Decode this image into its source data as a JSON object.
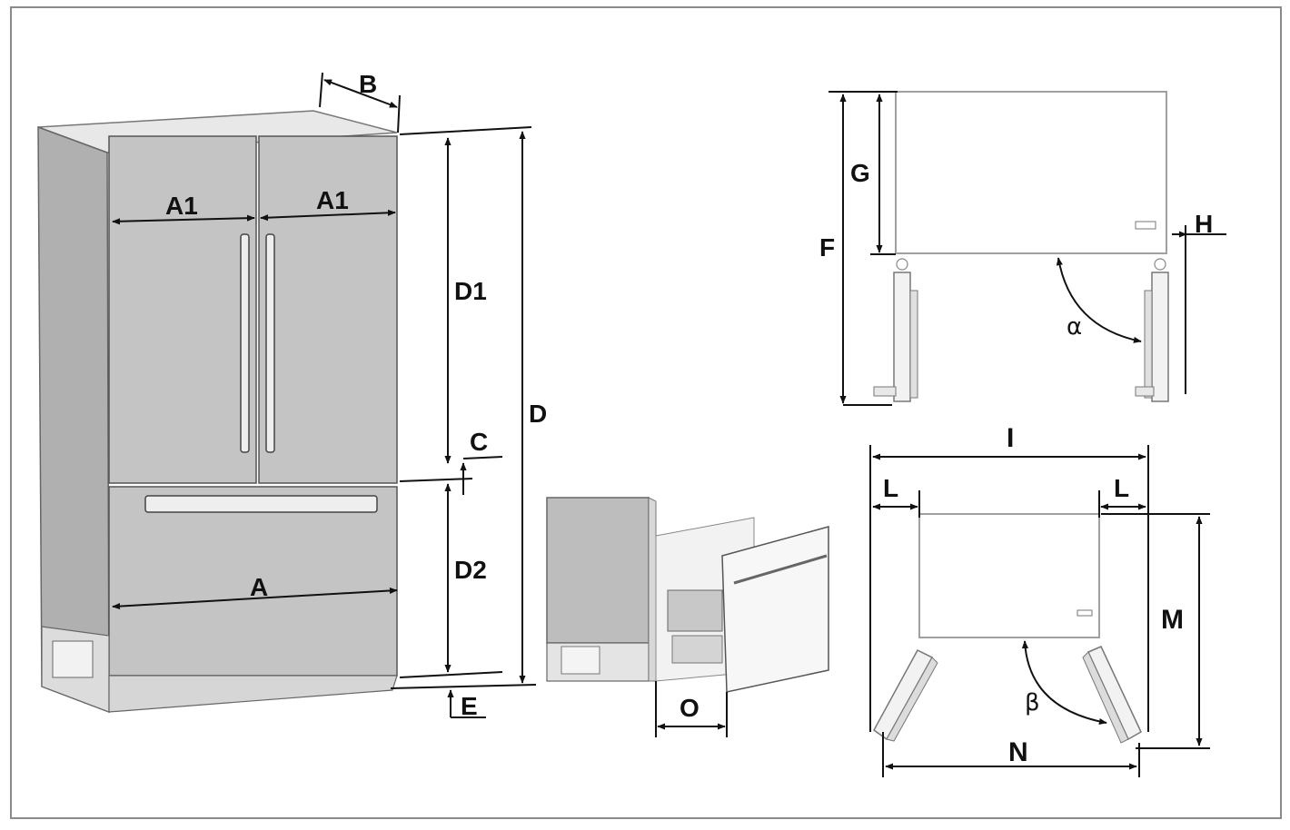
{
  "labels": {
    "a": "A",
    "a1_left": "A1",
    "a1_right": "A1",
    "b": "B",
    "c": "C",
    "d": "D",
    "d1": "D1",
    "d2": "D2",
    "e": "E",
    "f": "F",
    "g": "G",
    "h": "H",
    "i": "I",
    "l_left": "L",
    "l_right": "L",
    "m": "M",
    "n": "N",
    "o": "O",
    "alpha": "α",
    "beta": "β"
  },
  "colors": {
    "panel_gray": "#bdbdbd",
    "panel_light": "#e6e6e6",
    "line": "#111111",
    "outline": "#9a9a9a"
  }
}
